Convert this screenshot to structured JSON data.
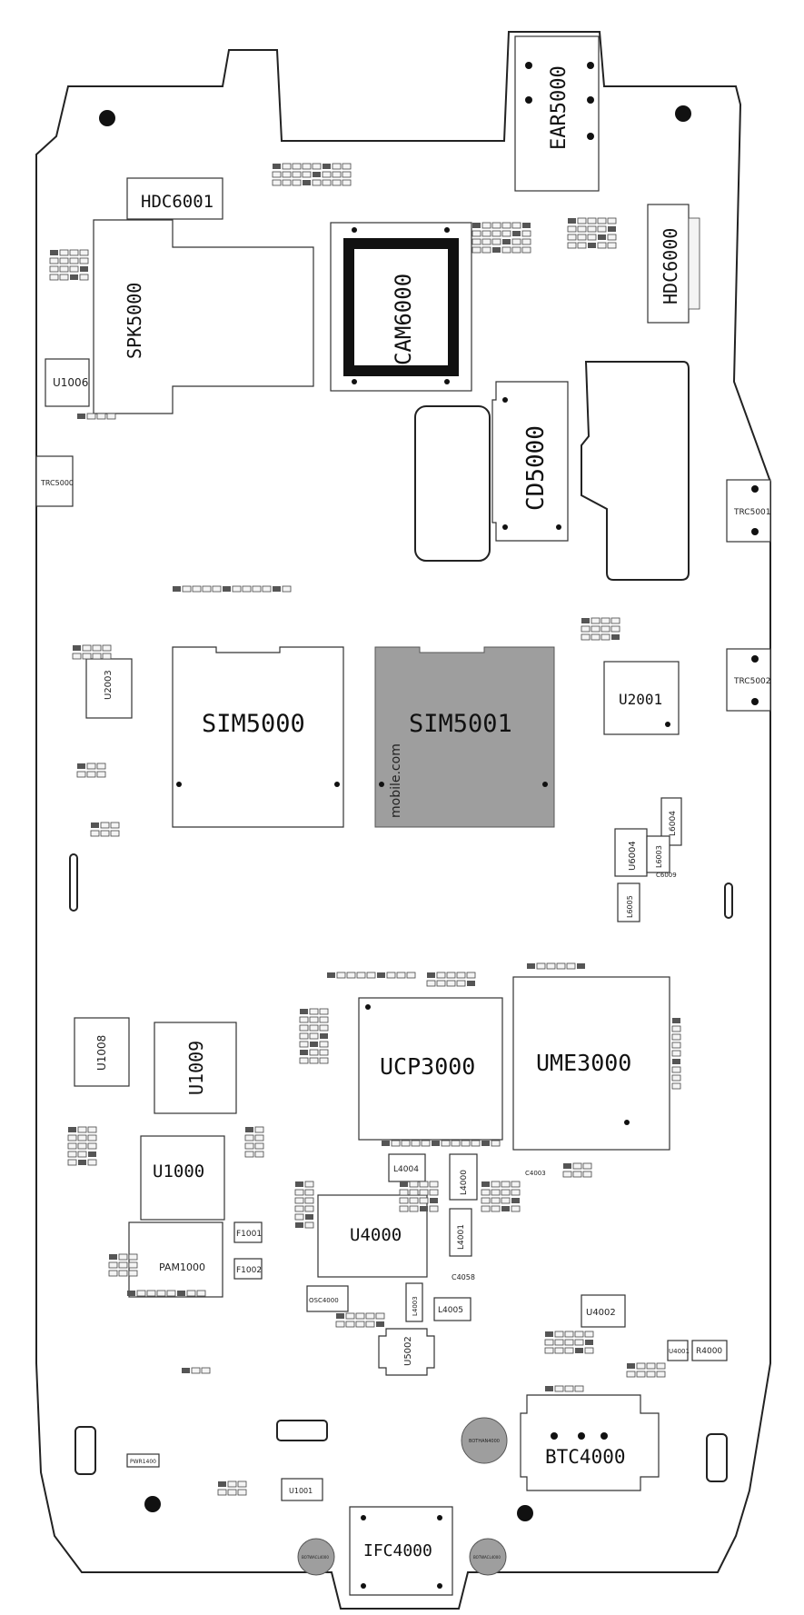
{
  "labels": {
    "hdc6001": "HDC6001",
    "ear5000": "EAR5000",
    "hdc6000": "HDC6000",
    "spk5000": "SPK5000",
    "cam6000": "CAM6000",
    "u1006": "U1006",
    "trc5000": "TRC5000",
    "cd5000": "CD5000",
    "trc5001": "TRC5001",
    "trc5002": "TRC5002",
    "sim5000": "SIM5000",
    "sim5001": "SIM5001",
    "u2003": "U2003",
    "u2001": "U2001",
    "u6004": "U6004",
    "l6004": "L6004",
    "l6003": "L6003",
    "l6005": "L6005",
    "c6009": "C6009",
    "u1008": "U1008",
    "u1009": "U1009",
    "ucp3000": "UCP3000",
    "ume3000": "UME3000",
    "u1000": "U1000",
    "l4004": "L4004",
    "l4000": "L4000",
    "l4001": "L4001",
    "c4003": "C4003",
    "u4000": "U4000",
    "f1001": "F1001",
    "f1002": "F1002",
    "pam1000": "PAM1000",
    "c4058": "C4058",
    "osc4000": "OSC4000",
    "l4003": "L4003",
    "l4005": "L4005",
    "u5002": "U5002",
    "u4002": "U4002",
    "u4001": "U4001",
    "r4000": "R4000",
    "btc4000": "BTC4000",
    "u1001": "U1001",
    "pwr1400": "PWR1400",
    "ifc4000": "IFC4000",
    "bothan4000": "BOTHAN4000",
    "botwacl4000a": "BOTWACL4000",
    "botwacl4000b": "BOTWACL4000",
    "watermark": "mobile.com"
  },
  "colors": {
    "highlight": "#9e9e9e",
    "outline": "#222222",
    "pad": "#555555"
  }
}
